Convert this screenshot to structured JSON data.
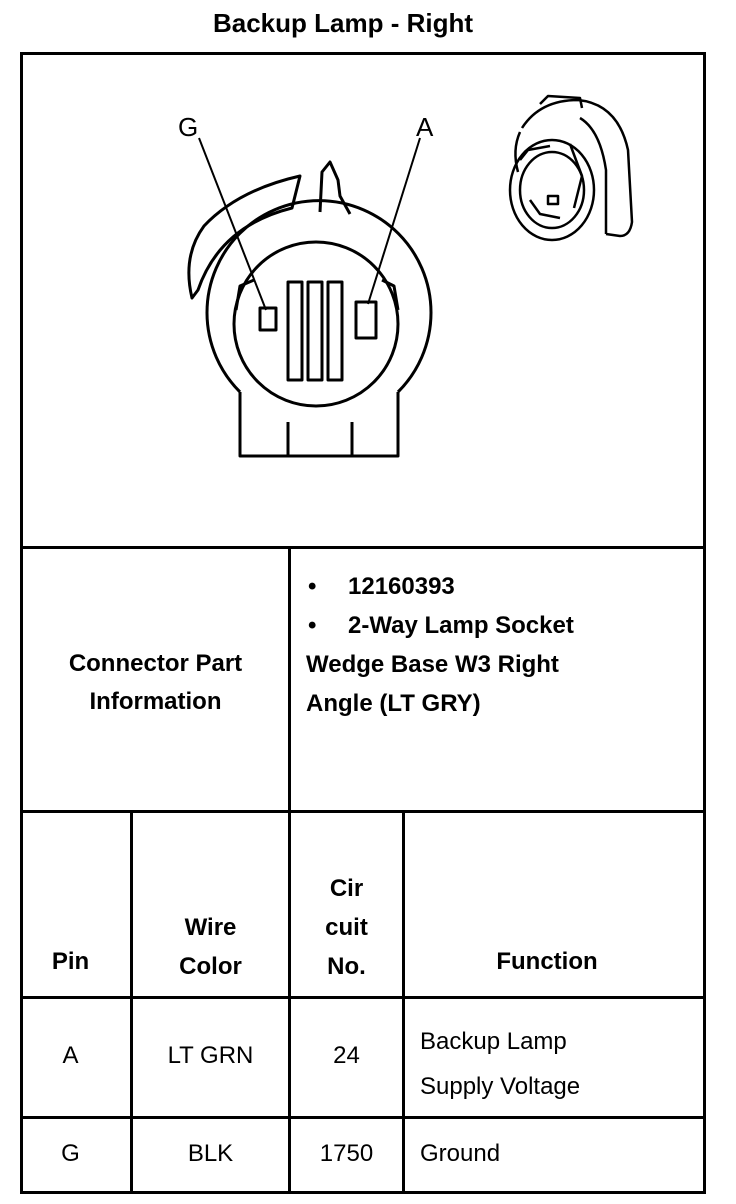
{
  "title": "Backup Lamp - Right",
  "diagram": {
    "pin_labels": [
      "G",
      "A"
    ]
  },
  "connector_info": {
    "label_line1": "Connector Part",
    "label_line2": "Information",
    "bullets": [
      "12160393",
      "2-Way Lamp Socket"
    ],
    "desc_line1": "Wedge Base W3 Right",
    "desc_line2": "Angle (LT GRY)"
  },
  "table": {
    "headers": {
      "pin": "Pin",
      "wire_color_1": "Wire",
      "wire_color_2": "Color",
      "circuit_1": "Cir",
      "circuit_2": "cuit",
      "circuit_3": "No.",
      "function": "Function"
    },
    "rows": [
      {
        "pin": "A",
        "wire": "LT GRN",
        "circuit": "24",
        "function_1": "Backup Lamp",
        "function_2": "Supply Voltage"
      },
      {
        "pin": "G",
        "wire": "BLK",
        "circuit": "1750",
        "function_1": "Ground",
        "function_2": ""
      }
    ]
  }
}
